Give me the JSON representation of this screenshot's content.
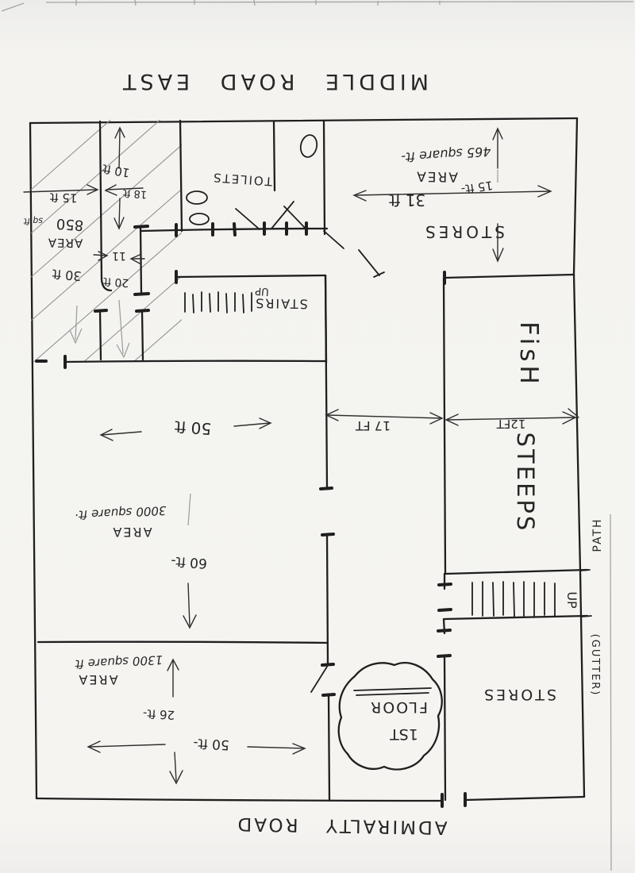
{
  "document": {
    "type": "hand-drawn floor plan scan, drawn upside-down on page"
  },
  "colors": {
    "ink": "#1f1f1f",
    "pencil": "#8b8b8b",
    "paper": "#f4f3f0"
  },
  "roads": {
    "top": "MIDDLE ROAD EAST",
    "bottom": "ADMIRALTY ROAD"
  },
  "stores_top": {
    "name": "STORES",
    "area_word": "AREA",
    "area_value": "465 square ft-",
    "width": "31 ft",
    "depth": "15 ft-"
  },
  "toilets": {
    "name": "TOILETS"
  },
  "main_stairs": {
    "name": "STAIRS",
    "direction": "UP"
  },
  "fish_shop": {
    "name_line1": "FisH",
    "name_line2": "STEEPS",
    "width": "12FT"
  },
  "passage": {
    "width": "17 FT"
  },
  "hatched_unit": {
    "area_word": "AREA",
    "area_value": "850",
    "area_unit": "sq ft",
    "dim_10": "10 ft",
    "dim_18": "18 ft",
    "dim_15": "15 ft",
    "dim_30": "30 ft",
    "dim_20": "20 ft",
    "dim_11": "11"
  },
  "middle_unit": {
    "width": "50 ft",
    "area_word": "AREA",
    "area_value": "3000 square ft·",
    "depth": "60 ft-"
  },
  "lower_unit": {
    "area_word": "AREA",
    "area_value": "1300 square ft",
    "depth": "26 ft-",
    "width": "50 ft-"
  },
  "small_stairs": {
    "direction": "UP"
  },
  "stores_bottom": {
    "name": "STORES"
  },
  "floor_stamp": {
    "line1": "1ST",
    "line2": "FLOOR"
  },
  "outside_right": {
    "path": "PATH",
    "gutter": "(GUTTER)"
  }
}
